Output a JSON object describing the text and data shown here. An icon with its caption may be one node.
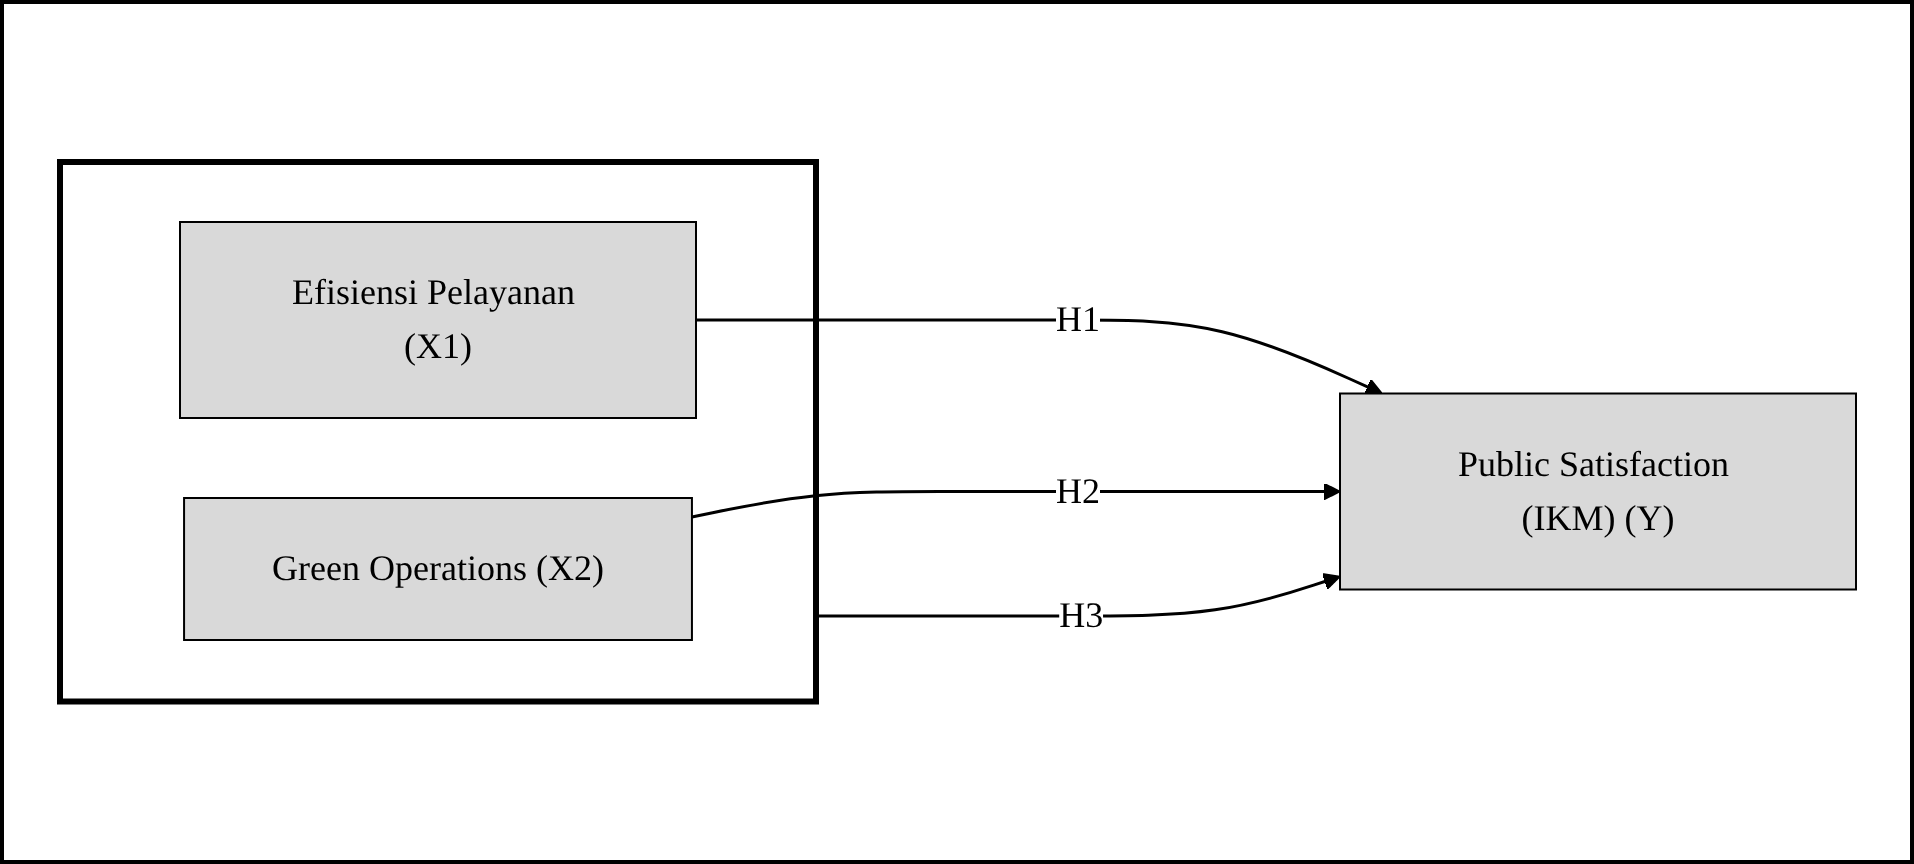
{
  "diagram": {
    "nodes": [
      {
        "text": [],
        "shape": "box"
      },
      {
        "text": [
          "Efisiensi Pelayanan (X1)"
        ],
        "in": 0
      },
      {
        "text": [
          "Green Operations (X2)"
        ],
        "in": 0
      },
      {
        "text": [
          "Public Satisfaction (IKM) (Y)"
        ]
      }
    ],
    "edges": [
      {
        "from": 1,
        "to": 3,
        "label": "H1",
        "arrow": "to"
      },
      {
        "from": 2,
        "to": 3,
        "label": "H2",
        "arrow": "to"
      },
      {
        "from": 0,
        "to": 3,
        "label": "H3",
        "arrow": "to"
      }
    ]
  }
}
